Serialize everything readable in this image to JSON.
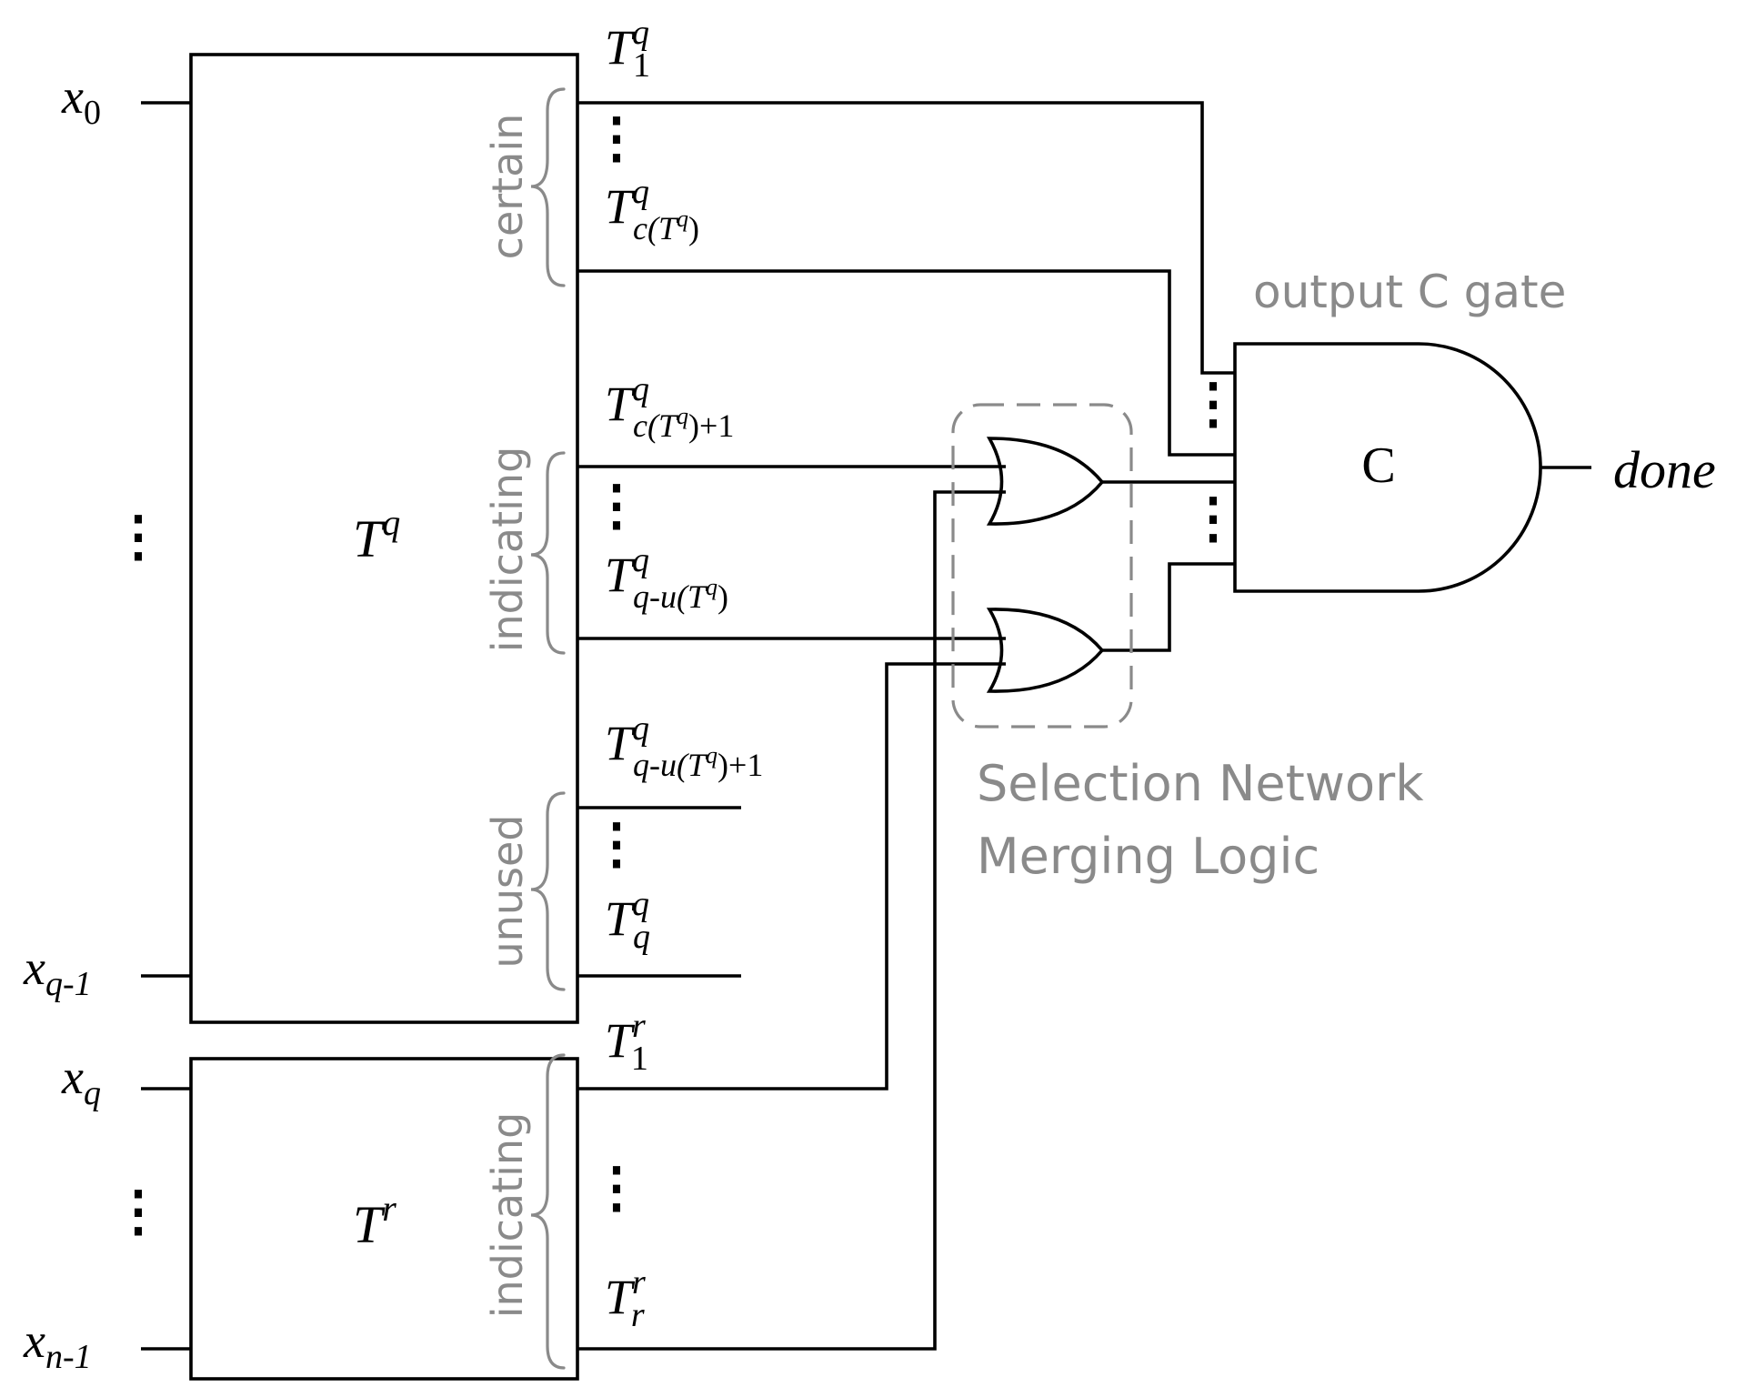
{
  "inputs": {
    "x0": {
      "base": "x",
      "sub": "0"
    },
    "xq1": {
      "base": "x",
      "sub": "q-1"
    },
    "xq": {
      "base": "x",
      "sub": "q"
    },
    "xn1": {
      "base": "x",
      "sub": "n-1"
    }
  },
  "boxes": {
    "tq": {
      "base": "T",
      "sup": "q"
    },
    "tr": {
      "base": "T",
      "sup": "r"
    }
  },
  "groups": {
    "certain": "certain",
    "indicating_q": "indicating",
    "unused": "unused",
    "indicating_r": "indicating"
  },
  "outputs": {
    "tq_1": {
      "base": "T",
      "sup": "q",
      "sub": "1"
    },
    "tq_c": {
      "base": "T",
      "sup": "q",
      "sub": "c(T",
      "sub_sup": "q",
      "sub_tail": ")"
    },
    "tq_c1": {
      "base": "T",
      "sup": "q",
      "sub": "c(T",
      "sub_sup": "q",
      "sub_tail": ")+1"
    },
    "tq_qu": {
      "base": "T",
      "sup": "q",
      "sub": "q-u(T",
      "sub_sup": "q",
      "sub_tail": ")"
    },
    "tq_qu1": {
      "base": "T",
      "sup": "q",
      "sub": "q-u(T",
      "sub_sup": "q",
      "sub_tail": ")+1"
    },
    "tq_q": {
      "base": "T",
      "sup": "q",
      "sub": "q"
    },
    "tr_1": {
      "base": "T",
      "sup": "r",
      "sub": "1"
    },
    "tr_r": {
      "base": "T",
      "sup": "r",
      "sub": "r"
    }
  },
  "gate": {
    "label": "C",
    "title": "output C gate",
    "output": "done"
  },
  "selection": {
    "line1": "Selection Network",
    "line2": "Merging Logic"
  },
  "ellipsis": "⋮",
  "colors": {
    "wire": "#000000",
    "annotation": "#8a8a8a",
    "background": "#ffffff"
  }
}
